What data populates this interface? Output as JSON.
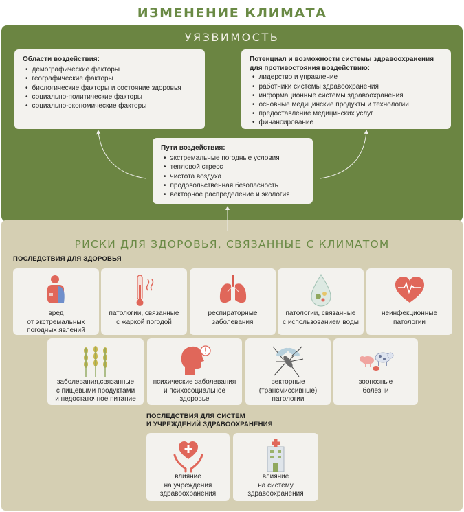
{
  "title": "ИЗМЕНЕНИЕ КЛИМАТА",
  "vulnerability": {
    "heading": "УЯЗВИМОСТЬ",
    "exposure": {
      "title": "Области воздействия:",
      "items": [
        "демографические факторы",
        "географические факторы",
        "биологические факторы и состояние здоровья",
        "социально-политические факторы",
        "социально-экономические факторы"
      ]
    },
    "capacity": {
      "title_line1": "Потенциал и возможности системы здравоохранения",
      "title_line2": "для противостояния воздействию:",
      "items": [
        "лидерство и управление",
        "работники системы здравоохранения",
        "информационные системы здравоохранения",
        "основные медицинские продукты и технологии",
        "предоставление медицинских услуг",
        "финансирование"
      ]
    },
    "pathways": {
      "title": "Пути воздействия:",
      "items": [
        "экстремальные погодные условия",
        "тепловой стресс",
        "чистота воздуха",
        "продовольственная безопасность",
        "векторное распределение и экология"
      ]
    }
  },
  "risks": {
    "heading": "РИСКИ ДЛЯ ЗДОРОВЬЯ, СВЯЗАННЫЕ С КЛИМАТОМ",
    "health_section": "ПОСЛЕДСТВИЯ ДЛЯ ЗДОРОВЬЯ",
    "row1": [
      {
        "icon": "person-injury-icon",
        "lines": [
          "вред",
          "от экстремальных",
          "погодных явлений"
        ]
      },
      {
        "icon": "thermometer-icon",
        "lines": [
          "патологии, связанные",
          "с жаркой погодой"
        ]
      },
      {
        "icon": "lungs-icon",
        "lines": [
          "респираторные",
          "заболевания"
        ]
      },
      {
        "icon": "water-drop-icon",
        "lines": [
          "патологии, связанные",
          "с использованием воды"
        ]
      },
      {
        "icon": "heart-pulse-icon",
        "lines": [
          "неинфекционные",
          "патологии"
        ]
      }
    ],
    "row2": [
      {
        "icon": "wheat-icon",
        "lines": [
          "заболевания,связанные",
          "с пищевыми продуктами",
          "и недостаточное питание"
        ]
      },
      {
        "icon": "head-alert-icon",
        "lines": [
          "психические заболевания",
          "и психосоциальное",
          "здоровье"
        ]
      },
      {
        "icon": "mosquito-icon",
        "lines": [
          "векторные",
          "(трансмиссивные)",
          "патологии"
        ]
      },
      {
        "icon": "animals-icon",
        "lines": [
          "зоонозные",
          "болезни"
        ]
      }
    ],
    "systems_section_line1": "ПОСЛЕДСТВИЯ ДЛЯ СИСТЕМ",
    "systems_section_line2": "И УЧРЕЖДЕНИЙ ЗДРАВООХРАНЕНИЯ",
    "row3": [
      {
        "icon": "hands-heart-icon",
        "lines": [
          "влияние",
          "на учреждения",
          "здравоохранения"
        ]
      },
      {
        "icon": "hospital-icon",
        "lines": [
          "влияние",
          "на систему",
          "здравоохранения"
        ]
      }
    ]
  },
  "colors": {
    "green": "#6b8542",
    "beige": "#d5cfb3",
    "card": "#f3f2ee",
    "icon_red": "#e0675a",
    "icon_green": "#8fa85e"
  }
}
